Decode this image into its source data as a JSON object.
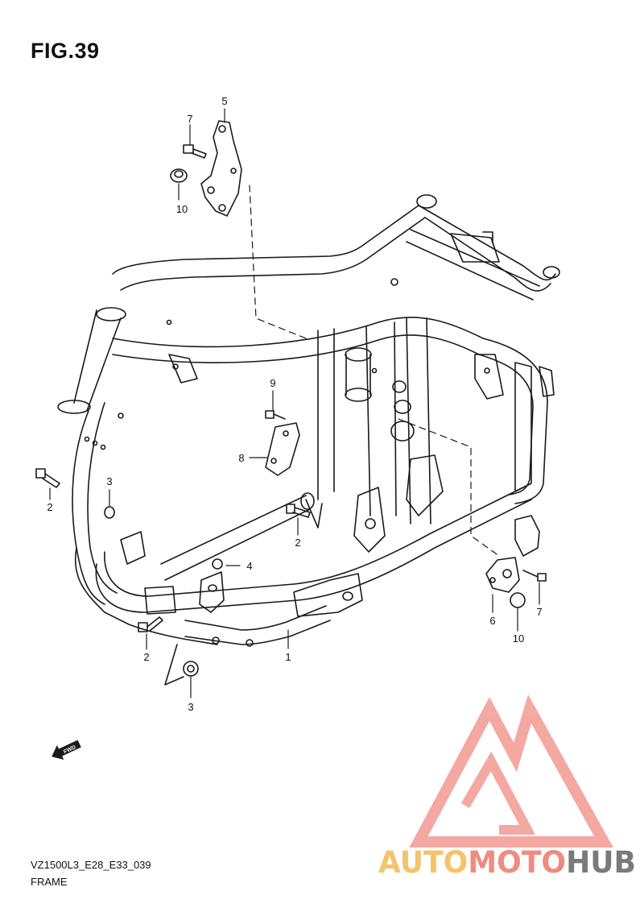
{
  "figure": {
    "title": "FIG.39"
  },
  "footer": {
    "code": "VZ1500L3_E28_E33_039",
    "name": "FRAME"
  },
  "callouts": [
    {
      "id": "c5",
      "label": "5"
    },
    {
      "id": "c7a",
      "label": "7"
    },
    {
      "id": "c10a",
      "label": "10"
    },
    {
      "id": "c9",
      "label": "9"
    },
    {
      "id": "c8",
      "label": "8"
    },
    {
      "id": "c2a",
      "label": "2"
    },
    {
      "id": "c3a",
      "label": "3"
    },
    {
      "id": "c2b",
      "label": "2"
    },
    {
      "id": "c4",
      "label": "4"
    },
    {
      "id": "c1",
      "label": "1"
    },
    {
      "id": "c2c",
      "label": "2"
    },
    {
      "id": "c3b",
      "label": "3"
    },
    {
      "id": "c6",
      "label": "6"
    },
    {
      "id": "c7b",
      "label": "7"
    },
    {
      "id": "c10b",
      "label": "10"
    }
  ],
  "direction_badge": {
    "text": "FWD"
  },
  "watermark": {
    "part1": "AUTO",
    "part2": "MOTO",
    "part3": "HUB",
    "colors": {
      "auto": "#f4c36a",
      "moto": "#f08b80",
      "hub": "#7a7a7a",
      "logo": "#f29a92"
    }
  },
  "colors": {
    "line": "#1a1a1a",
    "background": "#ffffff"
  }
}
